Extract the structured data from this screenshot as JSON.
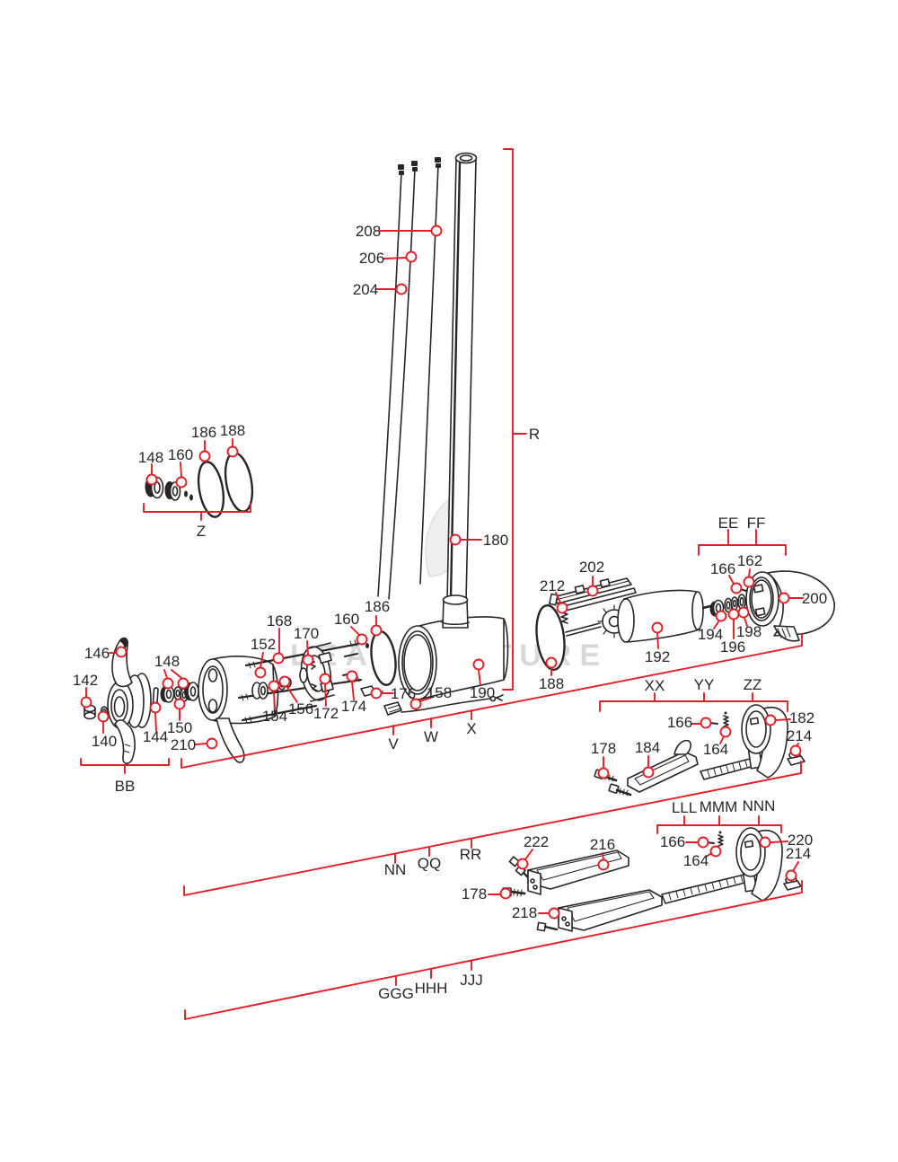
{
  "watermark": {
    "text": "LEADVENTURE"
  },
  "colors": {
    "red": "#e21e26",
    "ink": "#2a2627",
    "wm": "#d9d9d9"
  },
  "part_numbers": {
    "140": "140",
    "142": "142",
    "144": "144",
    "146": "146",
    "148": "148",
    "150": "150",
    "152": "152",
    "154": "154",
    "156": "156",
    "158": "158",
    "160": "160",
    "162": "162",
    "164": "164",
    "166": "166",
    "168": "168",
    "170": "170",
    "172": "172",
    "174": "174",
    "176": "176",
    "178": "178",
    "180": "180",
    "182": "182",
    "184": "184",
    "186": "186",
    "188": "188",
    "190": "190",
    "192": "192",
    "194": "194",
    "196": "196",
    "198": "198",
    "200": "200",
    "202": "202",
    "204": "204",
    "206": "206",
    "208": "208",
    "210": "210",
    "212": "212",
    "214": "214",
    "216": "216",
    "218": "218",
    "220": "220",
    "222": "222"
  },
  "section_labels": {
    "R": "R",
    "Z": "Z",
    "BB": "BB",
    "V": "V",
    "W": "W",
    "X": "X",
    "EE": "EE",
    "FF": "FF",
    "XX": "XX",
    "YY": "YY",
    "ZZ": "ZZ",
    "NN": "NN",
    "QQ": "QQ",
    "RR": "RR",
    "LLL": "LLL",
    "MMM": "MMM",
    "NNN": "NNN",
    "GGG": "GGG",
    "HHH": "HHH",
    "JJJ": "JJJ"
  }
}
